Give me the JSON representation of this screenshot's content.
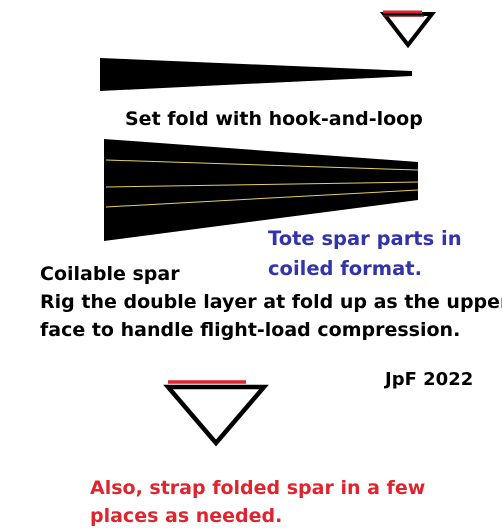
{
  "texts": {
    "fold_caption": "Set fold with hook-and-loop",
    "tote_line1": "Tote spar parts in",
    "tote_line2": "coiled format.",
    "coilable_line1": "Coilable spar",
    "coilable_line2": "Rig the double layer at fold up as the upper",
    "coilable_line3": "face to handle flight-load compression.",
    "signature": "JpF 2022",
    "also_line1": "Also, strap folded spar in a few",
    "also_line2": "places as needed."
  },
  "colors": {
    "spar": "#000000",
    "seam": "#e6d060",
    "strap_red": "#e0242e",
    "tote_blue": "#3333aa",
    "text_black": "#000000"
  }
}
